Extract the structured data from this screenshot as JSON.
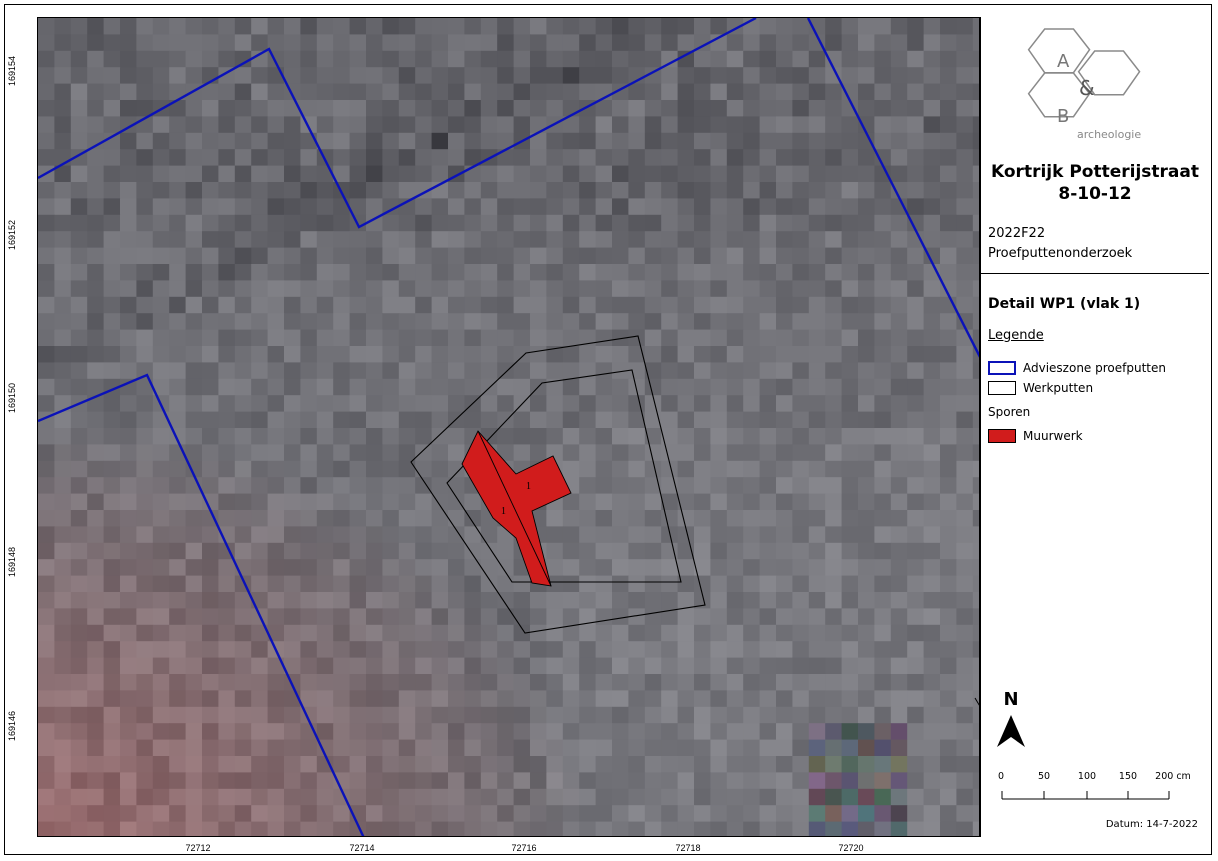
{
  "map": {
    "y_ticks": [
      "169154",
      "169152",
      "169150",
      "169148",
      "169146"
    ],
    "x_ticks": [
      "72712",
      "72714",
      "72716",
      "72718",
      "72720"
    ],
    "feature_labels": [
      "1",
      "1"
    ],
    "colors": {
      "advieszone": "#0b12b8",
      "werkputten": "#000000",
      "muurwerk": "#d11c1c"
    }
  },
  "panel": {
    "logo": {
      "letter_a": "A",
      "letter_b": "B",
      "amp": "&",
      "word": "archeologie"
    },
    "title_line1": "Kortrijk Potterijstraat",
    "title_line2": "8-10-12",
    "project_code": "2022F22",
    "project_type": "Proefputtenonderzoek",
    "detail_title": "Detail WP1 (vlak 1)",
    "legend_title": "Legende",
    "legend": {
      "advieszone": "Advieszone proefputten",
      "werkputten": "Werkputten",
      "sporen_header": "Sporen",
      "muurwerk": "Muurwerk"
    },
    "north_label": "N",
    "scale_labels": [
      "0",
      "50",
      "100",
      "150",
      "200 cm"
    ],
    "datum": "Datum: 14-7-2022"
  }
}
